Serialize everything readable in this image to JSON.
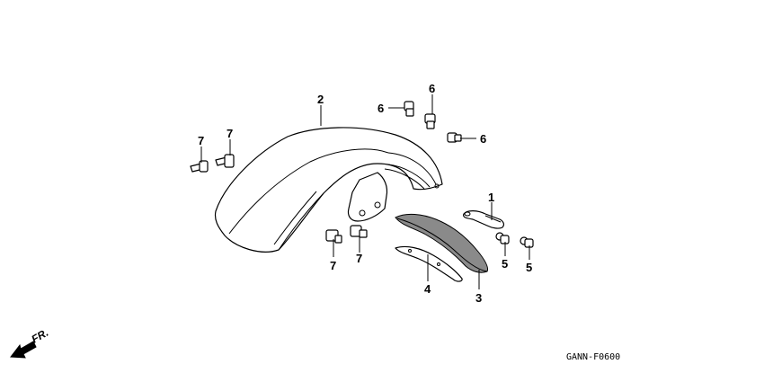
{
  "diagram_code": "GANN-F0600",
  "direction_label": "FR.",
  "callouts": [
    {
      "id": "c1",
      "number": "1"
    },
    {
      "id": "c2",
      "number": "2"
    },
    {
      "id": "c3",
      "number": "3"
    },
    {
      "id": "c4",
      "number": "4"
    },
    {
      "id": "c5a",
      "number": "5"
    },
    {
      "id": "c5b",
      "number": "5"
    },
    {
      "id": "c6a",
      "number": "6"
    },
    {
      "id": "c6b",
      "number": "6"
    },
    {
      "id": "c6c",
      "number": "6"
    },
    {
      "id": "c7a",
      "number": "7"
    },
    {
      "id": "c7b",
      "number": "7"
    },
    {
      "id": "c7c",
      "number": "7"
    },
    {
      "id": "c7d",
      "number": "7"
    }
  ]
}
